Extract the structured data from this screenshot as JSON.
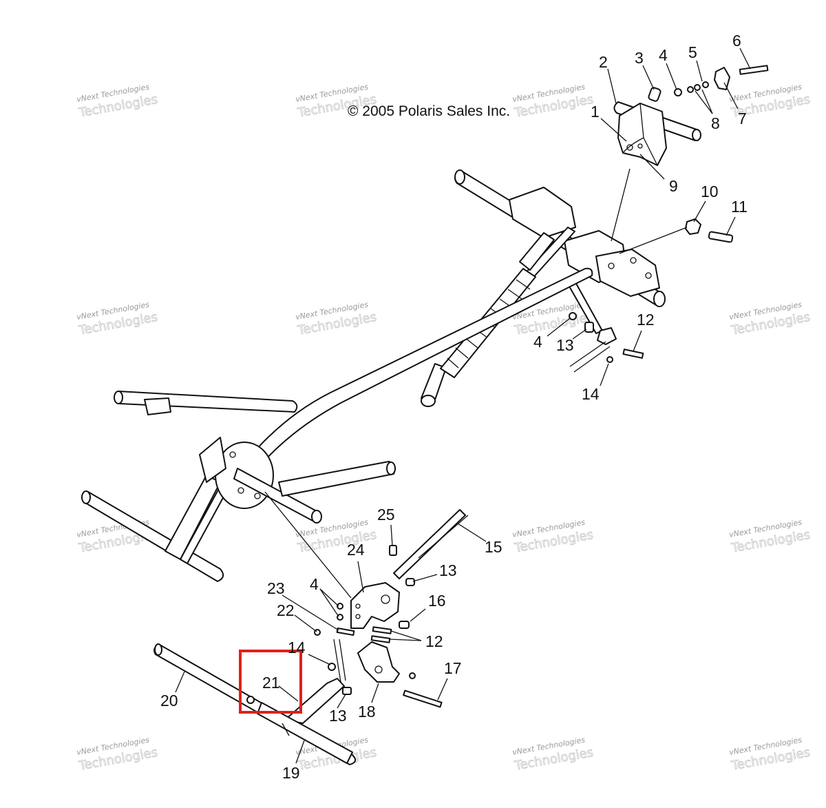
{
  "copyright": "© 2005 Polaris Sales Inc.",
  "watermark": {
    "line1": "vNext Technologies",
    "line2": "Technologies"
  },
  "highlight": {
    "part": "21",
    "color": "#e0201b"
  },
  "callouts": {
    "c1": "1",
    "c2": "2",
    "c3": "3",
    "c4": "4",
    "c5": "5",
    "c6": "6",
    "c7": "7",
    "c8": "8",
    "c9": "9",
    "c10": "10",
    "c11": "11",
    "c12a": "12",
    "c4b": "4",
    "c13a": "13",
    "c14a": "14",
    "c25": "25",
    "c15": "15",
    "c24": "24",
    "c13b": "13",
    "c23": "23",
    "c4c": "4",
    "c16": "16",
    "c22": "22",
    "c12b": "12",
    "c14b": "14",
    "c21": "21",
    "c17": "17",
    "c20": "20",
    "c18": "18",
    "c13c": "13",
    "c19": "19"
  }
}
